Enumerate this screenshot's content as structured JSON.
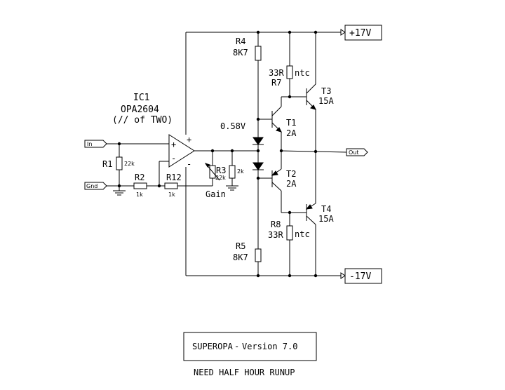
{
  "ic": {
    "ref": "IC1",
    "part": "OPA2604",
    "note": "(// of TWO)"
  },
  "opamp": {
    "plus_sign": "+",
    "minus_sign": "-"
  },
  "ports": {
    "in": "In",
    "gnd": "Gnd",
    "out": "Out",
    "vpos": "+17V",
    "vneg": "-17V"
  },
  "components": {
    "r1": {
      "ref": "R1",
      "value": "22k"
    },
    "r2": {
      "ref": "R2",
      "value": "1k"
    },
    "r12": {
      "ref": "R12",
      "value": "1k"
    },
    "r3": {
      "ref": "R3",
      "value": "22k"
    },
    "r_2k": {
      "value": "2k"
    },
    "gain": "Gain",
    "r4": {
      "ref": "R4",
      "value": "8K7"
    },
    "r5": {
      "ref": "R5",
      "value": "8K7"
    },
    "r7": {
      "ref": "R7",
      "value": "33R",
      "ntc": "ntc"
    },
    "r8": {
      "ref": "R8",
      "value": "33R",
      "ntc": "ntc"
    },
    "diode_voltage": "0.58V",
    "t1": {
      "ref": "T1",
      "rating": "2A"
    },
    "t2": {
      "ref": "T2",
      "rating": "2A"
    },
    "t3": {
      "ref": "T3",
      "rating": "15A"
    },
    "t4": {
      "ref": "T4",
      "rating": "15A"
    }
  },
  "title_box": {
    "name": "SUPEROPA",
    "sep": "-",
    "version": "Version 7.0"
  },
  "note": "NEED HALF HOUR RUNUP"
}
